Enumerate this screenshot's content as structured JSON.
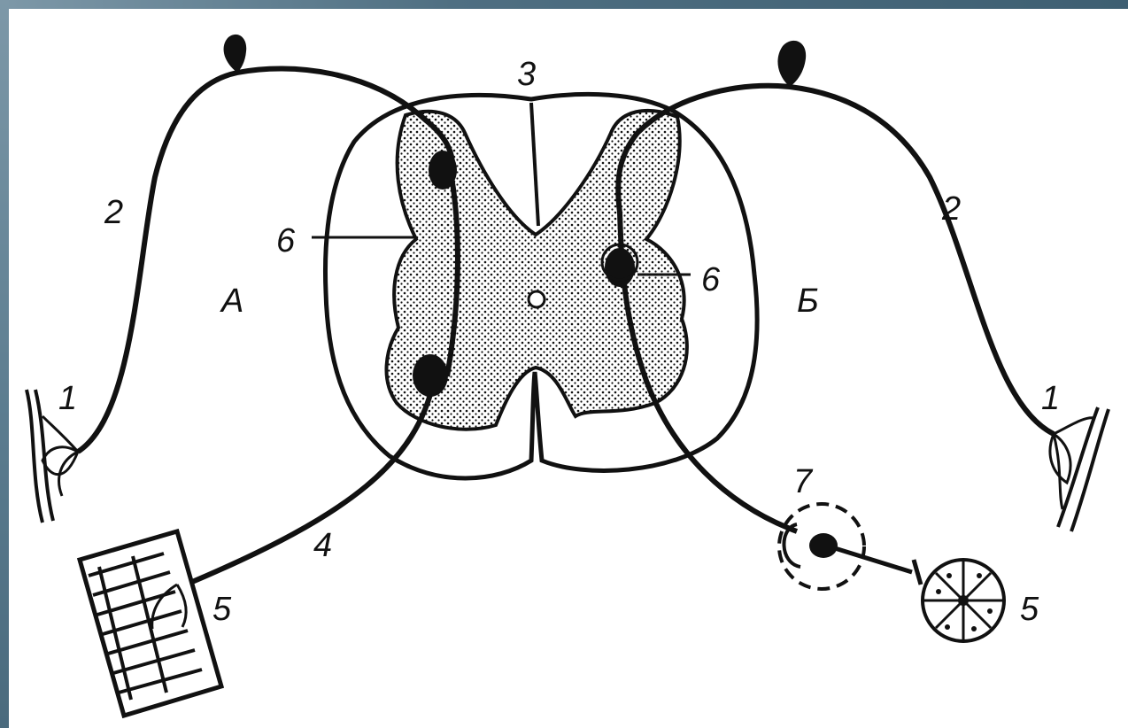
{
  "diagram": {
    "colors": {
      "ink": "#111111",
      "paper": "#ffffff",
      "frame": "#5e7f92"
    },
    "labels": {
      "receptor_left": "1",
      "receptor_right": "1",
      "afferent_left": "2",
      "afferent_right": "2",
      "dorsal_fissure": "3",
      "efferent_fiber": "4",
      "effector_muscle": "5",
      "effector_gland": "5",
      "interneuron_left": "6",
      "interneuron_right": "6",
      "autonomic_ganglion": "7",
      "arc_a": "А",
      "arc_b": "Б"
    }
  }
}
